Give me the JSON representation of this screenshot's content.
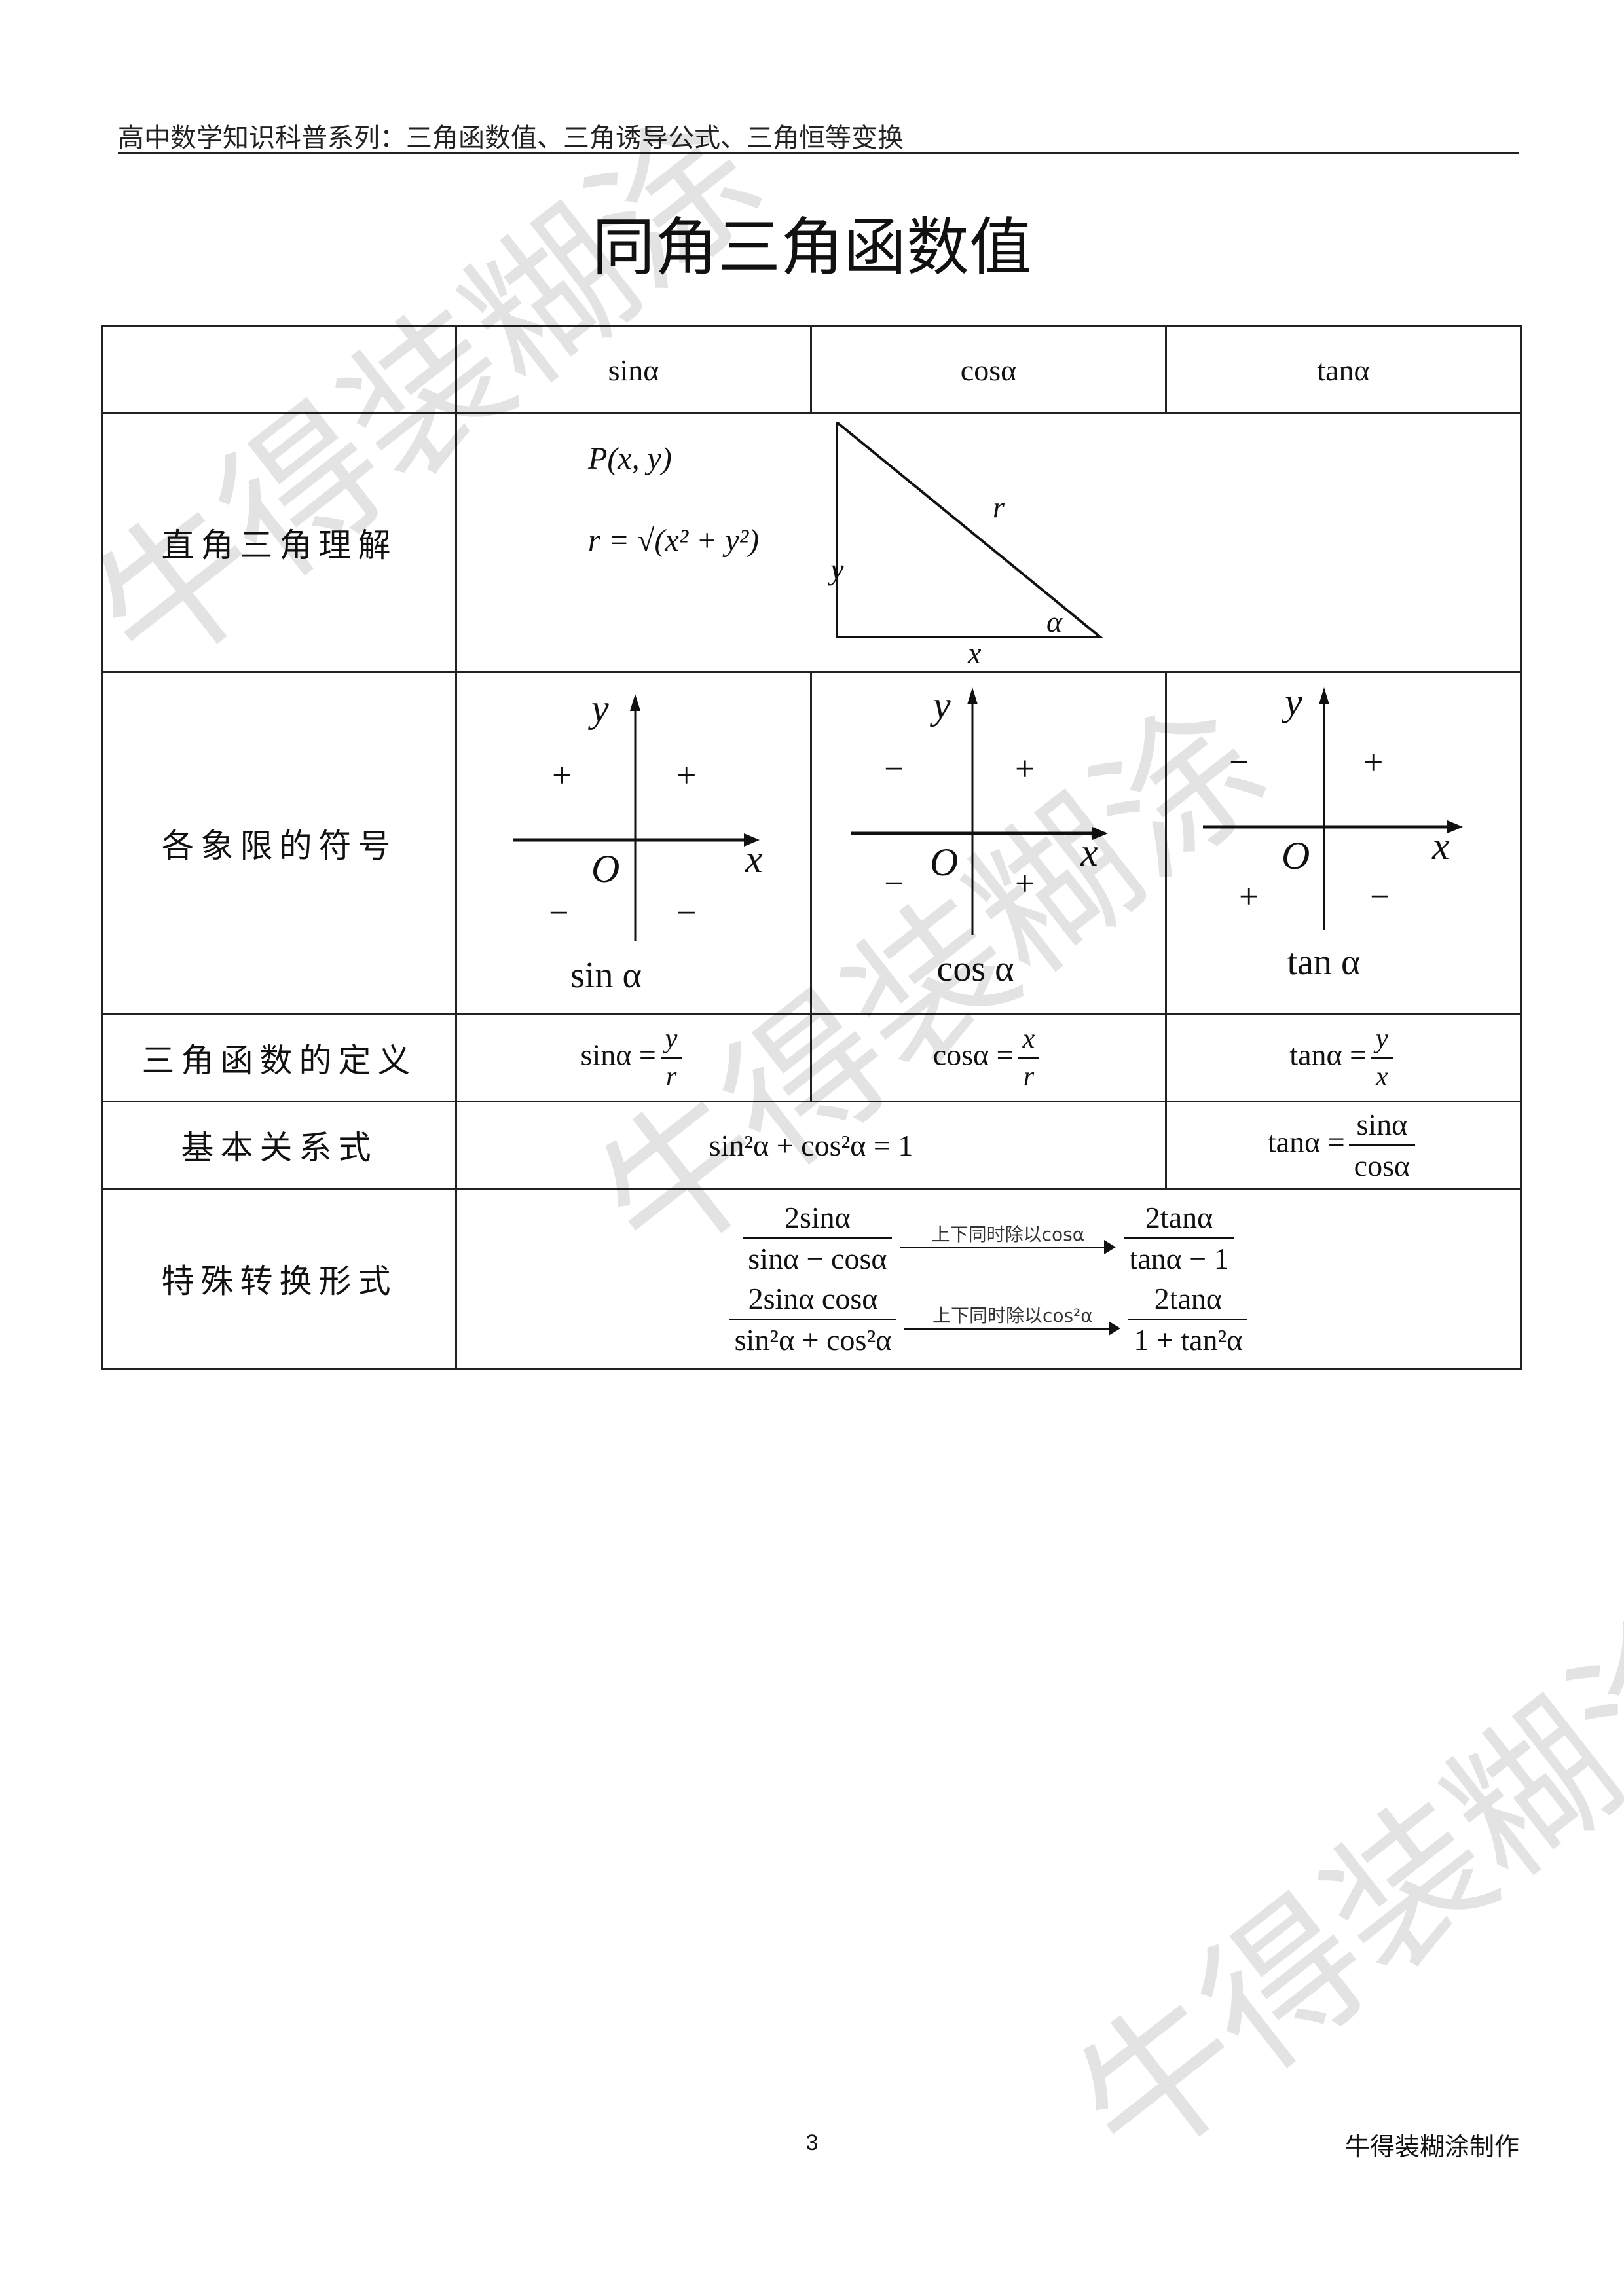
{
  "header": {
    "text": "高中数学知识科普系列：三角函数值、三角诱导公式、三角恒等变换"
  },
  "title": "同角三角函数值",
  "table": {
    "columns": [
      "sinα",
      "cosα",
      "tanα"
    ],
    "rows": {
      "right_triangle": {
        "label": "直角三角理解",
        "point": "P(x, y)",
        "r_formula": "r = √(x² + y²)",
        "triangle_labels": {
          "hyp": "r",
          "vertical": "y",
          "horizontal": "x",
          "angle": "α"
        }
      },
      "quadrant_signs": {
        "label": "各象限的符号",
        "axis_x": "x",
        "axis_y": "y",
        "origin": "O",
        "charts": [
          {
            "fn": "sin α",
            "q1": "+",
            "q2": "+",
            "q3": "−",
            "q4": "−"
          },
          {
            "fn": "cos α",
            "q1": "+",
            "q2": "−",
            "q3": "−",
            "q4": "+"
          },
          {
            "fn": "tan α",
            "q1": "+",
            "q2": "−",
            "q3": "+",
            "q4": "−"
          }
        ]
      },
      "definition": {
        "label": "三角函数的定义",
        "items": [
          {
            "lhs": "sinα =",
            "num": "y",
            "den": "r"
          },
          {
            "lhs": "cosα =",
            "num": "x",
            "den": "r"
          },
          {
            "lhs": "tanα =",
            "num": "y",
            "den": "x"
          }
        ]
      },
      "basic_relations": {
        "label": "基本关系式",
        "identity": "sin²α + cos²α = 1",
        "quotient": {
          "lhs": "tanα =",
          "num": "sinα",
          "den": "cosα"
        }
      },
      "special_forms": {
        "label": "特殊转换形式",
        "items": [
          {
            "num": "2sinα",
            "den": "sinα − cosα",
            "arrow_label": "上下同时除以cosα",
            "res_num": "2tanα",
            "res_den": "tanα − 1"
          },
          {
            "num": "2sinα cosα",
            "den": "sin²α + cos²α",
            "arrow_label": "上下同时除以cos²α",
            "res_num": "2tanα",
            "res_den": "1 + tan²α"
          }
        ]
      }
    }
  },
  "watermark": "牛得装糊涂",
  "footer": {
    "page": "3",
    "credit": "牛得装糊涂制作"
  }
}
